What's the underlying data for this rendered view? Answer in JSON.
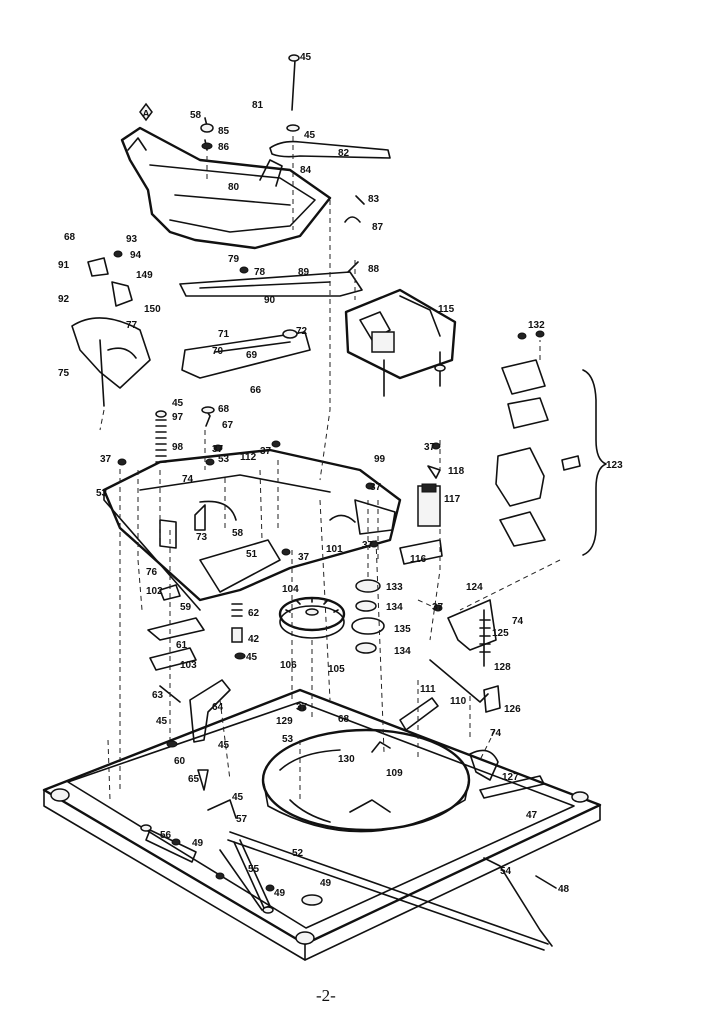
{
  "diagram": {
    "view_marker": "A",
    "page_number": "-2-",
    "callouts": {
      "c45_top": "45",
      "c45_b": "45",
      "c45_c": "45",
      "c45_d": "45",
      "c45_e": "45",
      "c45_f": "45",
      "c45_g": "45",
      "c81": "81",
      "c82": "82",
      "c83": "83",
      "c84": "84",
      "c85": "85",
      "c86": "86",
      "c87": "87",
      "c58_top": "58",
      "c80": "80",
      "c68": "68",
      "c93": "93",
      "c94": "94",
      "c91": "91",
      "c149": "149",
      "c92": "92",
      "c150": "150",
      "c77": "77",
      "c75": "75",
      "c79": "79",
      "c78": "78",
      "c89": "89",
      "c88": "88",
      "c90": "90",
      "c115": "115",
      "c71": "71",
      "c72": "72",
      "c70": "70",
      "c69": "69",
      "c66": "66",
      "c97": "97",
      "c68b": "68",
      "c67": "67",
      "c98": "98",
      "c132": "132",
      "c123": "123",
      "c37_a": "37",
      "c37_b": "37",
      "c37_c": "37",
      "c37_d": "37",
      "c37_e": "37",
      "c37_f": "37",
      "c37_g": "37",
      "c37_h": "37",
      "c37_i": "37",
      "c112": "112",
      "c53_a": "53",
      "c53_b": "53",
      "c74_a": "74",
      "c99": "99",
      "c118": "118",
      "c117": "117",
      "c73": "73",
      "c58b": "58",
      "c51": "51",
      "c101": "101",
      "c116": "116",
      "c76": "76",
      "c102": "102",
      "c104": "104",
      "c133": "133",
      "c124": "124",
      "c134_a": "134",
      "c134_b": "134",
      "c135": "135",
      "c74_b": "74",
      "c74_c": "74",
      "c125": "125",
      "c59": "59",
      "c62": "62",
      "c61": "61",
      "c42": "42",
      "c106": "106",
      "c105": "105",
      "c103": "103",
      "c128": "128",
      "c111": "111",
      "c110": "110",
      "c126": "126",
      "c63": "63",
      "c64": "64",
      "c129": "129",
      "c68c": "68",
      "c60": "60",
      "c130": "130",
      "c109": "109",
      "c127": "127",
      "c65": "65",
      "c47": "47",
      "c57": "57",
      "c56": "56",
      "c49_a": "49",
      "c49_b": "49",
      "c49_c": "49",
      "c52": "52",
      "c55": "55",
      "c54": "54",
      "c48": "48"
    }
  }
}
